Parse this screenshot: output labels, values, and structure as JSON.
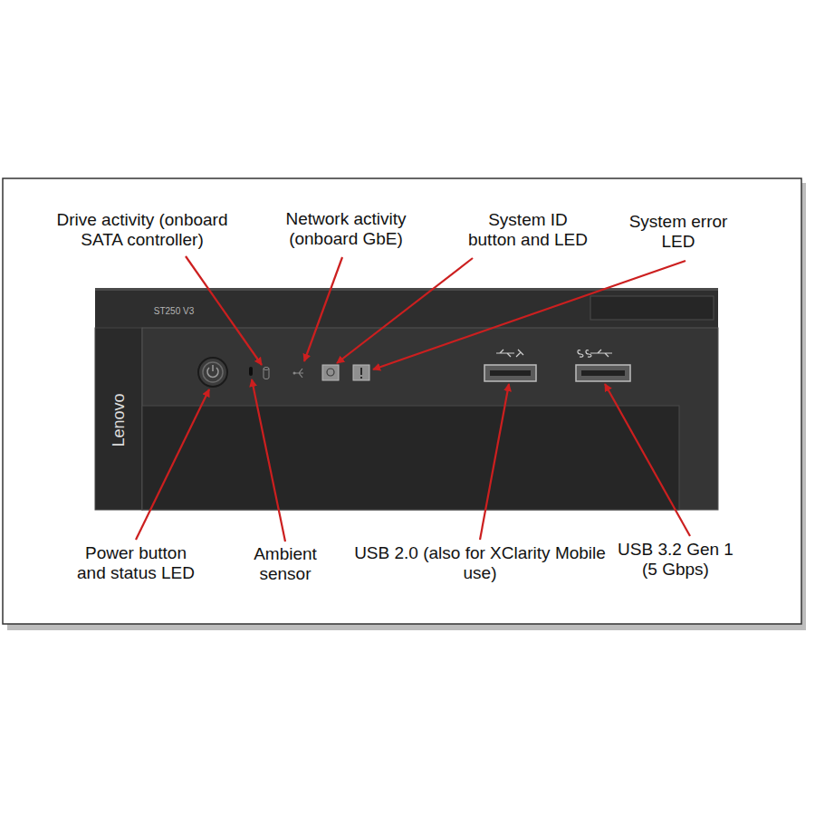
{
  "diagram": {
    "labels": [
      "Drive activity (onboard SATA controller)",
      "Network activity (onboard GbE)",
      "System ID button and LED",
      "System error LED",
      "Power button and status LED",
      "Ambient sensor",
      "USB 2.0 (also for XClarity Mobile use)",
      "USB 3.2 Gen 1 (5 Gbps)",
      "ST250 V3",
      "Lenovo"
    ]
  }
}
